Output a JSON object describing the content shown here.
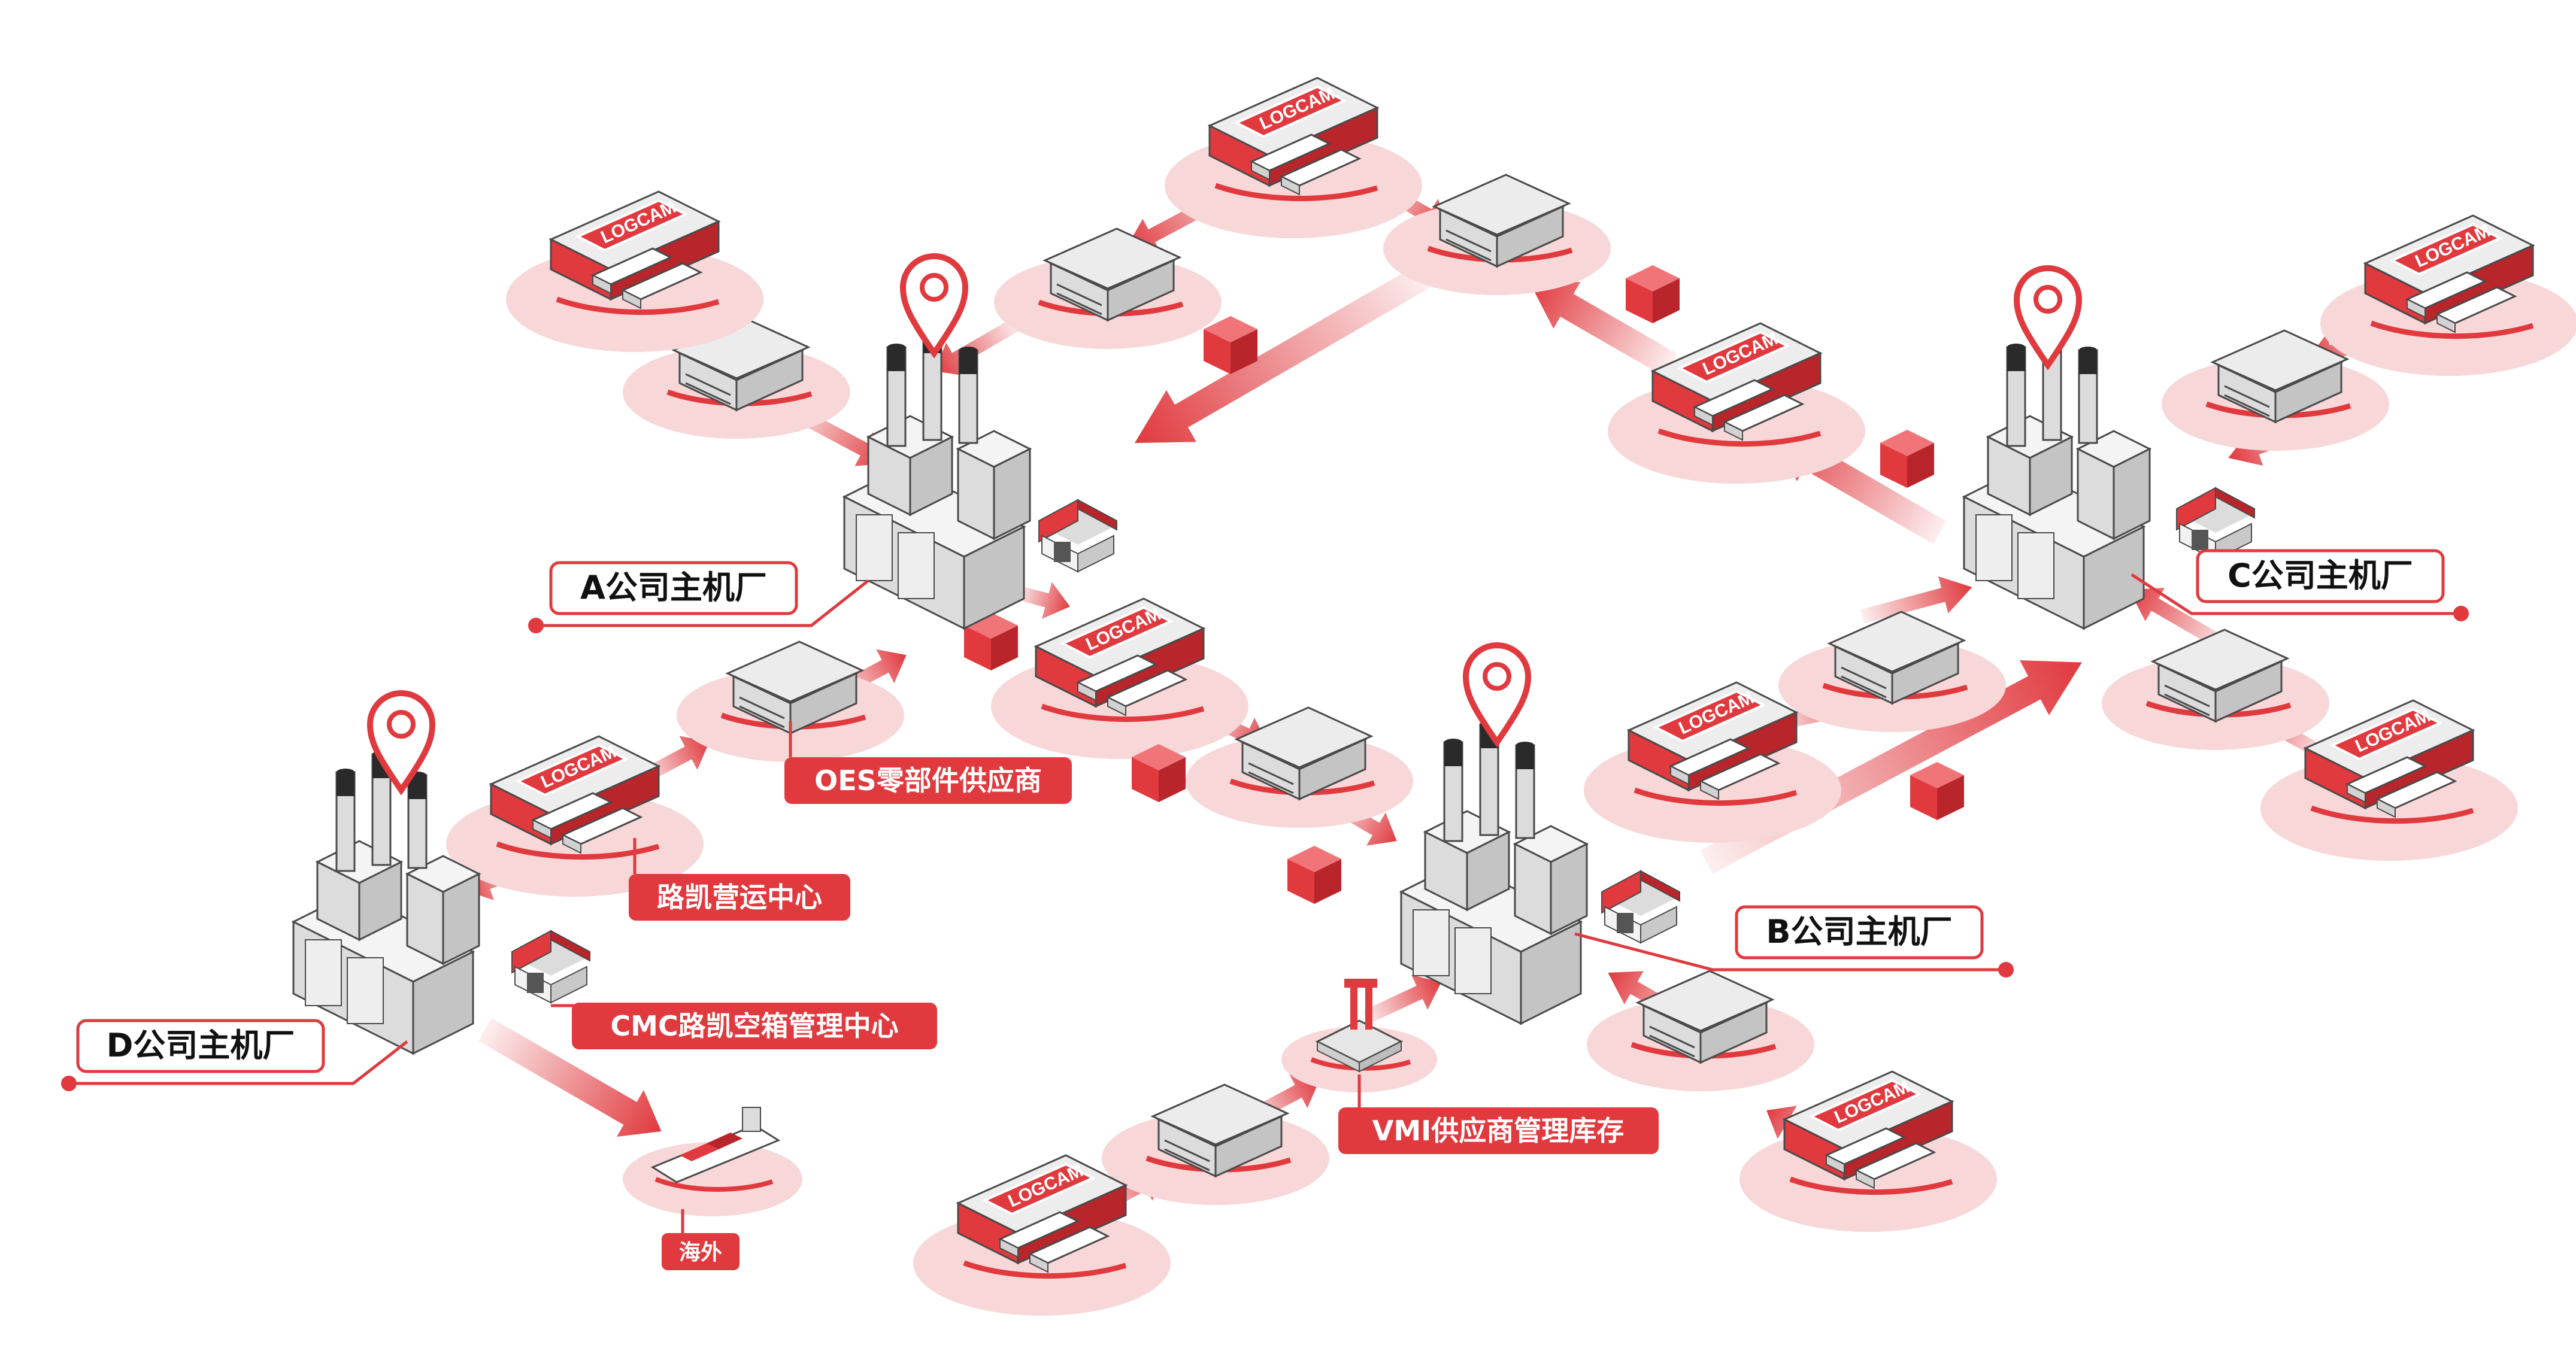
{
  "diagram": {
    "brand_text": "LOGCAM",
    "colors": {
      "accent": "#e0393e",
      "accent_dark": "#b8262b",
      "ellipse_fill": "#f8d7d8",
      "building_light": "#f4f4f4",
      "building_mid": "#dcdcdc",
      "building_dark": "#c4c4c4",
      "outline": "#4a4a4a",
      "label_text": "#111111",
      "tag_text": "#ffffff"
    },
    "plants": [
      {
        "id": "a",
        "label": "A公司主机厂"
      },
      {
        "id": "b",
        "label": "B公司主机厂"
      },
      {
        "id": "c",
        "label": "C公司主机厂"
      },
      {
        "id": "d",
        "label": "D公司主机厂"
      }
    ],
    "tags": [
      {
        "id": "oes",
        "label": "OES零部件供应商"
      },
      {
        "id": "hub",
        "label": "路凯营运中心"
      },
      {
        "id": "cmc",
        "label": "CMC路凯空箱管理中心"
      },
      {
        "id": "vmi",
        "label": "VMI供应商管理库存"
      },
      {
        "id": "overseas",
        "label": "海外"
      }
    ]
  }
}
